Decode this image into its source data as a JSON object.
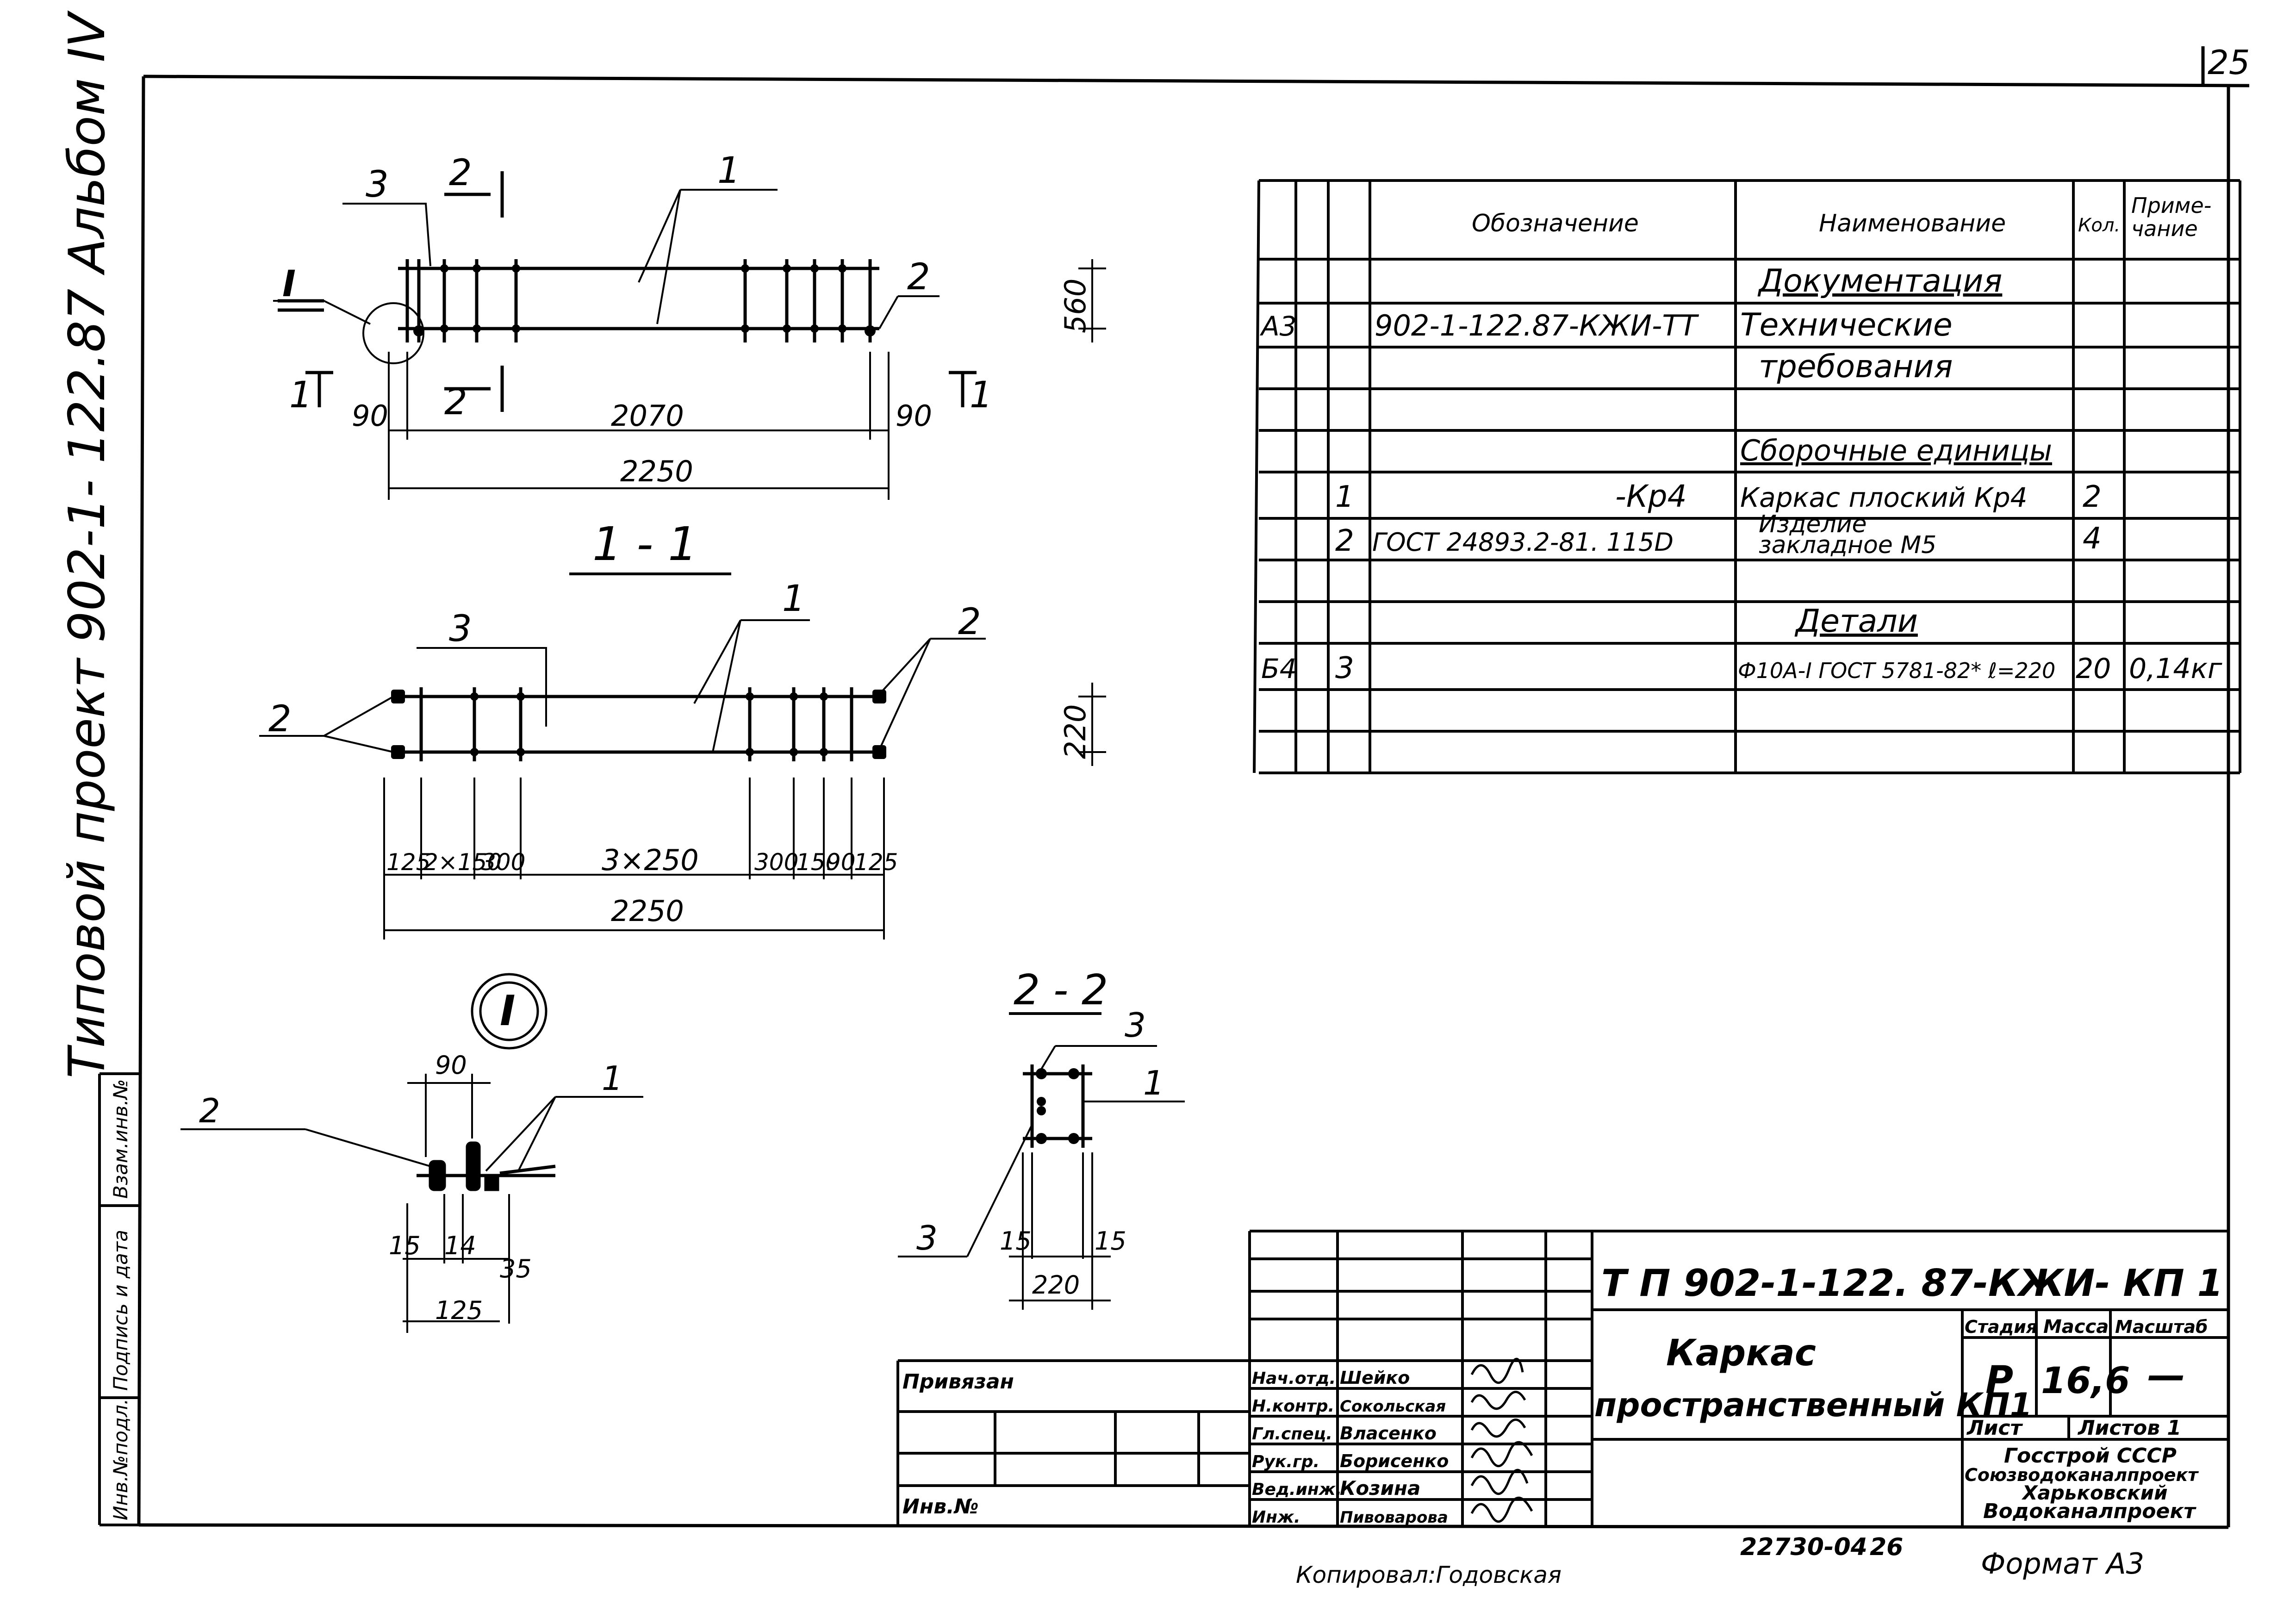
{
  "page": {
    "number": "25",
    "format_label": "Формат  А3",
    "copied_by": "Копировал:Годовская",
    "bottom_code": "22730-04",
    "bottom_num": "26"
  },
  "side_title": {
    "text": "Типовой  проект  902-1- 122.87   Альбом  IV"
  },
  "side_stamps": {
    "inv_orig": "Инв.№подл.",
    "sign_date": "Подпись и дата",
    "vzam_inv": "Взам.инв.№"
  },
  "drawing_plan": {
    "callouts": [
      "3",
      "2",
      "1",
      "2",
      "I"
    ],
    "section_marks": [
      "2",
      "2",
      "1",
      "1"
    ],
    "dims": {
      "left": "90",
      "mid": "2070",
      "right": "90",
      "total": "2250",
      "height": "560"
    }
  },
  "drawing_section_1_1": {
    "title": "1 - 1",
    "callouts": [
      "3",
      "1",
      "2",
      "2"
    ],
    "dims": {
      "d1": "125",
      "d2": "2×150",
      "d3": "300",
      "d4": "3×250",
      "d5": "300",
      "d6": "150",
      "d7": "90",
      "d8": "125",
      "total": "2250",
      "height": "220"
    }
  },
  "detail_I": {
    "label": "I",
    "callouts": [
      "2",
      "1"
    ],
    "dims": {
      "top": "90",
      "a": "15",
      "b": "14",
      "c": "35",
      "total": "125"
    }
  },
  "section_2_2": {
    "title": "2 - 2",
    "callouts": [
      "3",
      "1",
      "3"
    ],
    "dims": {
      "l": "15",
      "r": "15",
      "total": "220"
    }
  },
  "spec_table": {
    "headers": {
      "designation": "Обозначение",
      "name": "Наименование",
      "qty": "Кол.",
      "note_1": "Приме-",
      "note_2": "чание"
    },
    "rows": [
      {
        "fmt": "",
        "pos": "",
        "designation": "",
        "name": "Документация",
        "qty": "",
        "note": ""
      },
      {
        "fmt": "А3",
        "pos": "",
        "designation": "902-1-122.87-КЖИ-ТТ",
        "name": "Технические",
        "qty": "",
        "note": ""
      },
      {
        "fmt": "",
        "pos": "",
        "designation": "",
        "name": "требования",
        "qty": "",
        "note": ""
      },
      {
        "fmt": "",
        "pos": "",
        "designation": "",
        "name": "",
        "qty": "",
        "note": ""
      },
      {
        "fmt": "",
        "pos": "",
        "designation": "",
        "name": "Сборочные  единицы",
        "qty": "",
        "note": ""
      },
      {
        "fmt": "",
        "pos": "1",
        "designation": "-Кр4",
        "name": "Каркас плоский  Кр4",
        "qty": "2",
        "note": ""
      },
      {
        "fmt": "",
        "pos": "2",
        "designation": "ГОСТ 24893.2-81. 115D",
        "name": "Изделие",
        "name_2": "закладное       М5",
        "qty": "4",
        "note": ""
      },
      {
        "fmt": "",
        "pos": "",
        "designation": "",
        "name": "",
        "qty": "",
        "note": ""
      },
      {
        "fmt": "",
        "pos": "",
        "designation": "",
        "name": "Детали",
        "qty": "",
        "note": ""
      },
      {
        "fmt": "Б4",
        "pos": "3",
        "designation": "",
        "name": "Ф10А-I ГОСТ 5781-82* ℓ=220",
        "qty": "20",
        "note": "0,14кг"
      },
      {
        "fmt": "",
        "pos": "",
        "designation": "",
        "name": "",
        "qty": "",
        "note": ""
      }
    ]
  },
  "title_block": {
    "code": "Т П  902-1-122. 87-КЖИ- КП 1",
    "title_1": "Каркас",
    "title_2": "пространственный КП1",
    "col_headers": {
      "stage": "Стадия",
      "mass": "Масса",
      "scale": "Масштаб"
    },
    "stage": "Р",
    "mass": "16,6",
    "scale": "—",
    "sheet_label": "Лист",
    "sheets_label": "Листов  1",
    "org": [
      "Госстрой СССР",
      "Союзводоканалпроект",
      "Харьковский",
      "Водоканалпроект"
    ],
    "privyazan": "Привязан",
    "inv_no": "Инв.№",
    "staff": [
      {
        "role": "Нач.отд.",
        "name": "Шейко"
      },
      {
        "role": "Н.контр.",
        "name": "Сокольская"
      },
      {
        "role": "Гл.спец.",
        "name": "Власенко"
      },
      {
        "role": "Рук.гр.",
        "name": "Борисенко"
      },
      {
        "role": "Вед.инж.",
        "name": "Козина"
      },
      {
        "role": "Инж.",
        "name": "Пивоварова"
      }
    ]
  }
}
